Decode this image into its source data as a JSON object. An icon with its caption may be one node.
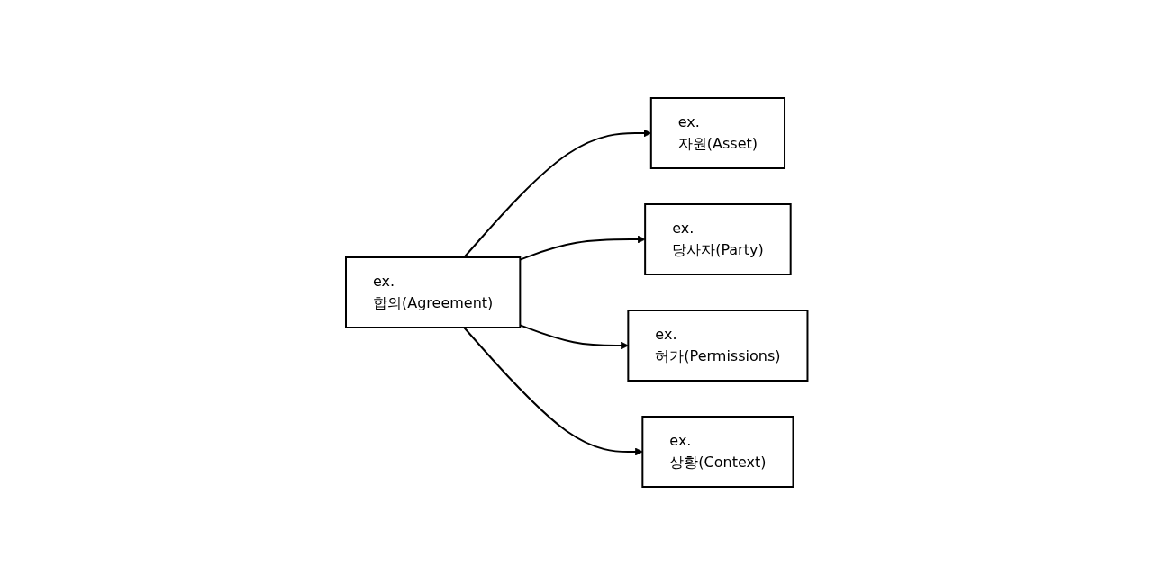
{
  "diagram": {
    "nodes": [
      {
        "text": [
          "ex.",
          "합의(Agreement)"
        ]
      },
      {
        "text": [
          "ex.",
          "자원(Asset)"
        ]
      },
      {
        "text": [
          "ex.",
          "당사자(Party)"
        ]
      },
      {
        "text": [
          "ex.",
          "허가(Permissions)"
        ]
      },
      {
        "text": [
          "ex.",
          "상황(Context)"
        ]
      }
    ],
    "edges": [
      {
        "from": 0,
        "to": 1,
        "arrow": "to"
      },
      {
        "from": 0,
        "to": 2,
        "arrow": "to"
      },
      {
        "from": 0,
        "to": 3,
        "arrow": "to"
      },
      {
        "from": 0,
        "to": 4,
        "arrow": "to"
      }
    ]
  }
}
